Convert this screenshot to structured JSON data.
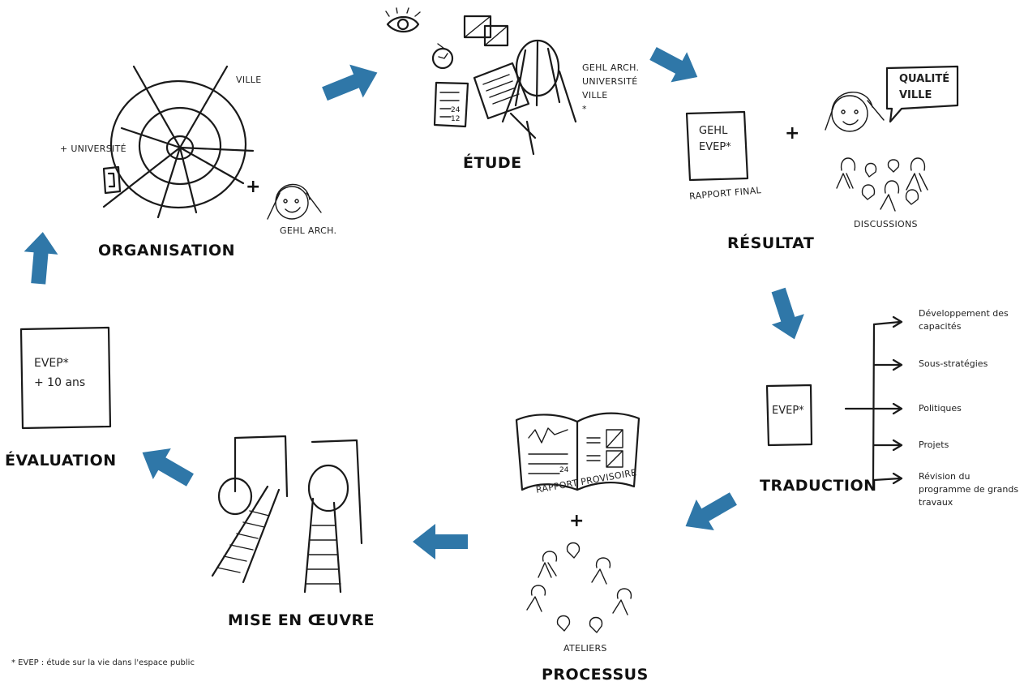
{
  "colors": {
    "arrow": "#2f77a8",
    "ink": "#1a1a1a",
    "background": "#ffffff"
  },
  "stages": {
    "organisation": "ORGANISATION",
    "etude": "ÉTUDE",
    "resultat": "RÉSULTAT",
    "traduction": "TRADUCTION",
    "processus": "PROCESSUS",
    "mise_en_oeuvre": "MISE EN ŒUVRE",
    "evaluation": "ÉVALUATION"
  },
  "organisation": {
    "ville": "VILLE",
    "universite": "+ UNIVERSITÉ",
    "plus": "+",
    "gehl": "GEHL ARCH."
  },
  "etude": {
    "partners": [
      "GEHL ARCH.",
      "UNIVERSITÉ",
      "VILLE"
    ],
    "asterisk": "*",
    "calendar_numbers": [
      "24",
      "12"
    ]
  },
  "resultat": {
    "report_lines": [
      "GEHL",
      "EVEP*"
    ],
    "rapport_final": "RAPPORT FINAL",
    "plus": "+",
    "speech_lines": [
      "QUALITÉ",
      "VILLE"
    ],
    "discussions": "DISCUSSIONS"
  },
  "traduction": {
    "box": "EVEP*",
    "branches": [
      "Développement des capacités",
      "Sous-stratégies",
      "Politiques",
      "Projets",
      "Révision du programme de grands travaux"
    ]
  },
  "processus": {
    "rapport_provisoire": "RAPPORT PROVISOIRE",
    "plus": "+",
    "book_number": "24",
    "ateliers": "ATELIERS"
  },
  "evaluation": {
    "box_lines": [
      "EVEP*",
      "+ 10 ans"
    ]
  },
  "footnote": "* EVEP : étude sur la vie dans l'espace public"
}
